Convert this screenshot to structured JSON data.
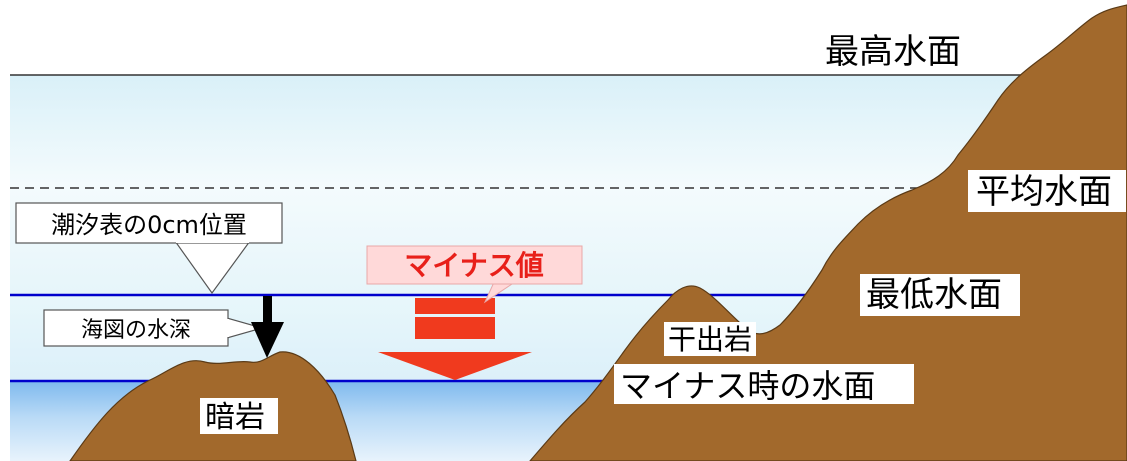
{
  "labels": {
    "highest_water_surface": "最高水面",
    "mean_water_surface": "平均水面",
    "lowest_water_surface": "最低水面",
    "tide_table_zero": "潮汐表の0cm位置",
    "chart_depth": "海図の水深",
    "minus_value": "マイナス値",
    "drying_rock": "干出岩",
    "minus_time_surface": "マイナス時の水面",
    "submerged_rock": "暗岩"
  },
  "colors": {
    "rock": "#A2692C",
    "rock_outline": "#5A3A16",
    "chart_datum_line": "#0000CC",
    "arrow_red": "#F03A1E",
    "minus_label_bg": "#FFD9D9",
    "minus_label_text": "#E8201A",
    "water_light": "#EAF6FA",
    "water_deep": "#5EA8EC"
  }
}
